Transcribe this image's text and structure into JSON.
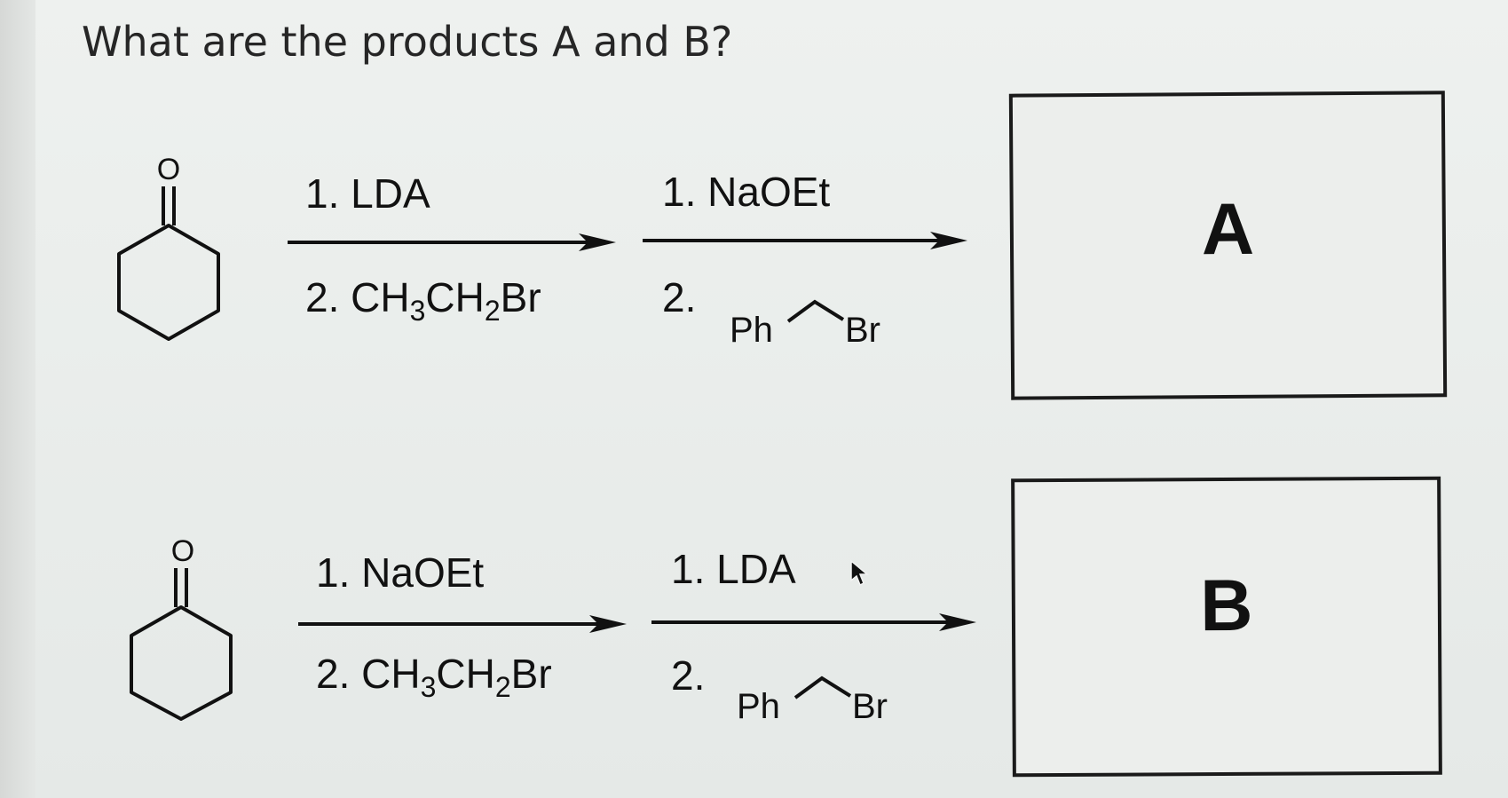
{
  "question": "What are the products A and B?",
  "reaction_a": {
    "step1": {
      "line1": "1. LDA",
      "line2_prefix": "2. CH",
      "line2_sub1": "3",
      "line2_mid": "CH",
      "line2_sub2": "2",
      "line2_suffix": "Br"
    },
    "step2": {
      "line1": "1. NaOEt",
      "line2": "2.",
      "ph": "Ph",
      "br": "Br"
    },
    "product_label": "A",
    "carbonyl_atom": "O"
  },
  "reaction_b": {
    "step1": {
      "line1": "1. NaOEt",
      "line2_prefix": "2. CH",
      "line2_sub1": "3",
      "line2_mid": "CH",
      "line2_sub2": "2",
      "line2_suffix": "Br"
    },
    "step2": {
      "line1": "1. LDA",
      "line2": "2.",
      "ph": "Ph",
      "br": "Br"
    },
    "product_label": "B",
    "carbonyl_atom": "O"
  }
}
